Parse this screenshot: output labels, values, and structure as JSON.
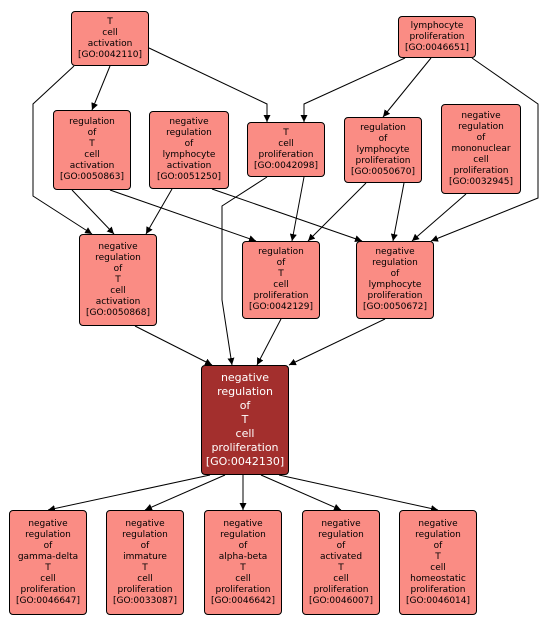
{
  "nodes": [
    {
      "id": "GO:0042110",
      "lines": [
        "T",
        "cell",
        "activation"
      ],
      "code": "[GO:0042110]"
    },
    {
      "id": "GO:0046651",
      "lines": [
        "lymphocyte",
        "proliferation"
      ],
      "code": "[GO:0046651]"
    },
    {
      "id": "GO:0050863",
      "lines": [
        "regulation",
        "of",
        "T",
        "cell",
        "activation"
      ],
      "code": "[GO:0050863]"
    },
    {
      "id": "GO:0051250",
      "lines": [
        "negative",
        "regulation",
        "of",
        "lymphocyte",
        "activation"
      ],
      "code": "[GO:0051250]"
    },
    {
      "id": "GO:0042098",
      "lines": [
        "T",
        "cell",
        "proliferation"
      ],
      "code": "[GO:0042098]"
    },
    {
      "id": "GO:0050670",
      "lines": [
        "regulation",
        "of",
        "lymphocyte",
        "proliferation"
      ],
      "code": "[GO:0050670]"
    },
    {
      "id": "GO:0032945",
      "lines": [
        "negative",
        "regulation",
        "of",
        "mononuclear",
        "cell",
        "proliferation"
      ],
      "code": "[GO:0032945]"
    },
    {
      "id": "GO:0050868",
      "lines": [
        "negative",
        "regulation",
        "of",
        "T",
        "cell",
        "activation"
      ],
      "code": "[GO:0050868]"
    },
    {
      "id": "GO:0042129",
      "lines": [
        "regulation",
        "of",
        "T",
        "cell",
        "proliferation"
      ],
      "code": "[GO:0042129]"
    },
    {
      "id": "GO:0050672",
      "lines": [
        "negative",
        "regulation",
        "of",
        "lymphocyte",
        "proliferation"
      ],
      "code": "[GO:0050672]"
    },
    {
      "id": "GO:0042130",
      "lines": [
        "negative",
        "regulation",
        "of",
        "T",
        "cell",
        "proliferation"
      ],
      "code": "[GO:0042130]",
      "focus": true
    },
    {
      "id": "GO:0046647",
      "lines": [
        "negative",
        "regulation",
        "of",
        "gamma-delta",
        "T",
        "cell",
        "proliferation"
      ],
      "code": "[GO:0046647]"
    },
    {
      "id": "GO:0033087",
      "lines": [
        "negative",
        "regulation",
        "of",
        "immature",
        "T",
        "cell",
        "proliferation"
      ],
      "code": "[GO:0033087]"
    },
    {
      "id": "GO:0046642",
      "lines": [
        "negative",
        "regulation",
        "of",
        "alpha-beta",
        "T",
        "cell",
        "proliferation"
      ],
      "code": "[GO:0046642]"
    },
    {
      "id": "GO:0046007",
      "lines": [
        "negative",
        "regulation",
        "of",
        "activated",
        "T",
        "cell",
        "proliferation"
      ],
      "code": "[GO:0046007]"
    },
    {
      "id": "GO:0046014",
      "lines": [
        "negative",
        "regulation",
        "of",
        "T",
        "cell",
        "homeostatic",
        "proliferation"
      ],
      "code": "[GO:0046014]"
    }
  ],
  "edges": [
    [
      "GO:0042110",
      "GO:0050863"
    ],
    [
      "GO:0042110",
      "GO:0042098"
    ],
    [
      "GO:0042110",
      "GO:0050868"
    ],
    [
      "GO:0046651",
      "GO:0042098"
    ],
    [
      "GO:0046651",
      "GO:0050670"
    ],
    [
      "GO:0046651",
      "GO:0050672"
    ],
    [
      "GO:0050863",
      "GO:0050868"
    ],
    [
      "GO:0050863",
      "GO:0042129"
    ],
    [
      "GO:0051250",
      "GO:0050868"
    ],
    [
      "GO:0051250",
      "GO:0050672"
    ],
    [
      "GO:0042098",
      "GO:0042129"
    ],
    [
      "GO:0042098",
      "GO:0042130"
    ],
    [
      "GO:0050670",
      "GO:0042129"
    ],
    [
      "GO:0050670",
      "GO:0050672"
    ],
    [
      "GO:0032945",
      "GO:0050672"
    ],
    [
      "GO:0050868",
      "GO:0042130"
    ],
    [
      "GO:0042129",
      "GO:0042130"
    ],
    [
      "GO:0050672",
      "GO:0042130"
    ],
    [
      "GO:0042130",
      "GO:0046647"
    ],
    [
      "GO:0042130",
      "GO:0033087"
    ],
    [
      "GO:0042130",
      "GO:0046642"
    ],
    [
      "GO:0042130",
      "GO:0046007"
    ],
    [
      "GO:0042130",
      "GO:0046014"
    ]
  ]
}
